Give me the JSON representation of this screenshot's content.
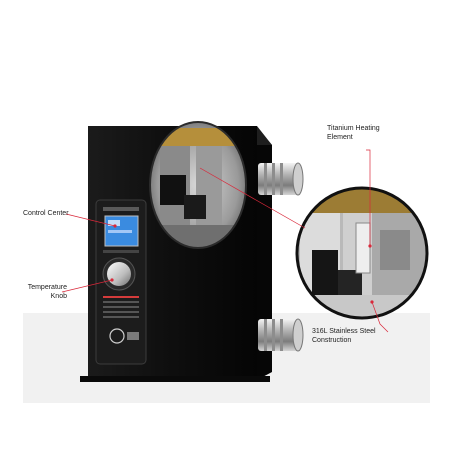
{
  "callouts": {
    "titanium": {
      "line1": "Titanium Heating",
      "line2": "Element"
    },
    "control_center": "Control Center",
    "temperature_knob": {
      "line1": "Temperature",
      "line2": "Knob"
    },
    "steel": {
      "line1": "316L Stainless Steel",
      "line2": "Construction"
    }
  },
  "colors": {
    "callout_line": "#d9283a",
    "heater_body": "#111111",
    "screen": "#3a8be0",
    "floor": "#f1f1f1"
  },
  "icons": [
    "heater-unit",
    "zoom-circle",
    "water-fitting",
    "control-panel",
    "knob"
  ]
}
